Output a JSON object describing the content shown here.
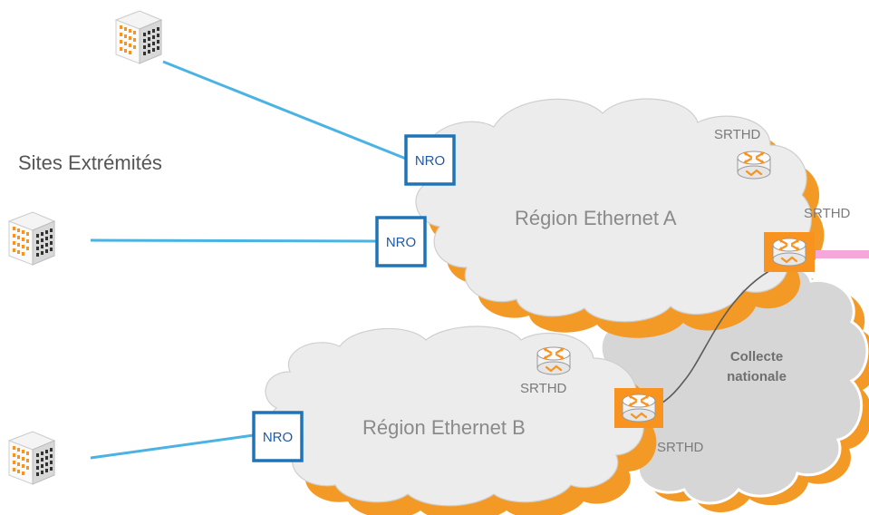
{
  "sites_label": "Sites Extrémités",
  "colors": {
    "link": "#4bb3e4",
    "nro_border": "#1f73b7",
    "accent": "#f7931e",
    "cloud_fill": "#ececec",
    "collecte_fill": "#d6d6d6",
    "exit_link": "#f4a7d8"
  },
  "regions": [
    {
      "id": "region-a",
      "label": "Région Ethernet A"
    },
    {
      "id": "region-b",
      "label": "Région Ethernet B"
    },
    {
      "id": "collecte",
      "label_line1": "Collecte",
      "label_line2": "nationale"
    }
  ],
  "nro_nodes": [
    {
      "id": "nro-1",
      "label": "NRO"
    },
    {
      "id": "nro-2",
      "label": "NRO"
    },
    {
      "id": "nro-3",
      "label": "NRO"
    }
  ],
  "routers": [
    {
      "id": "srthd-a-top",
      "label": "SRTHD",
      "highlighted": false
    },
    {
      "id": "srthd-a-edge",
      "label": "SRTHD",
      "highlighted": true
    },
    {
      "id": "srthd-b-top",
      "label": "SRTHD",
      "highlighted": false
    },
    {
      "id": "srthd-b-edge",
      "label": "SRTHD",
      "highlighted": true
    }
  ],
  "sites": [
    {
      "id": "site-1",
      "icon": "building-icon"
    },
    {
      "id": "site-2",
      "icon": "building-icon"
    },
    {
      "id": "site-3",
      "icon": "building-icon"
    }
  ]
}
